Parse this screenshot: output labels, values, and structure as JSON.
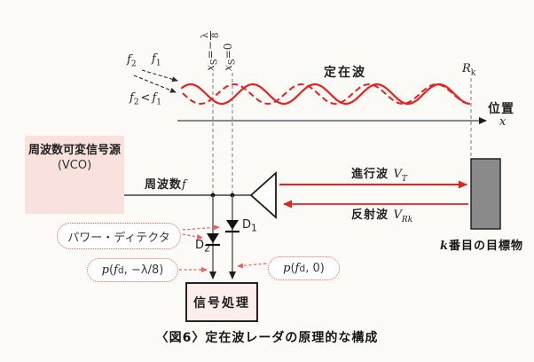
{
  "figure": {
    "caption": "〈図6〉定在波レーダの原理的な構成",
    "colors": {
      "wave_red": "#e7211f",
      "reflect_red": "#ea3b3b",
      "vco_box_pink": "#f9e1de",
      "signal_box_pink": "#fdeeec",
      "target_gray": "#8a8a8a",
      "bubble_border_red": "#ec5f5f",
      "wire_dark": "#3a444e"
    },
    "vco": {
      "line1": "周波数可変信号源",
      "line2": "(VCO)"
    },
    "frequency_label": {
      "text": "周波数",
      "sym": "f"
    },
    "standing_wave_label": "定在波",
    "position_axis": {
      "label": "位置",
      "sym": "x"
    },
    "range_marker": {
      "sym": "R",
      "sub": "k"
    },
    "freq_symbols": {
      "f2": {
        "sym": "f",
        "sub": "2"
      },
      "f1": {
        "sym": "f",
        "sub": "1"
      },
      "lt": "<"
    },
    "x_markers": {
      "m1": {
        "sym": "x",
        "sub": "S",
        "eq": "=−",
        "frac_num": "λ",
        "frac_den": "8"
      },
      "m2": {
        "sym": "x",
        "sub": "S",
        "eq": "=0"
      }
    },
    "traveling_wave": {
      "text": "進行波 ",
      "sym": "V",
      "sub": "T"
    },
    "reflected_wave": {
      "text": "反射波 ",
      "sym": "V",
      "sub": "Rk"
    },
    "target_label": {
      "sym": "k",
      "rest": "番目の目標物"
    },
    "detector": {
      "callout": "パワー・ディテクタ",
      "d1": {
        "sym": "D",
        "sub": "1"
      },
      "d2": {
        "sym": "D",
        "sub": "2"
      }
    },
    "outputs": {
      "p1": {
        "p": "p",
        "open": "(",
        "fsym": "f",
        "fsub": "d",
        "tail": ", −λ/8)"
      },
      "p2": {
        "p": "p",
        "open": "(",
        "fsym": "f",
        "fsub": "d",
        "tail": ", 0)"
      }
    },
    "signal_box_label": "信号処理"
  }
}
